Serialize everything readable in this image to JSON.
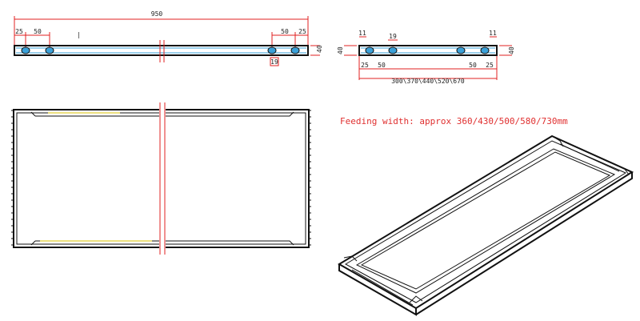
{
  "dims": {
    "total_length": "950",
    "left_edge": "25",
    "left_pitch": "50",
    "right_pitch": "50",
    "right_edge": "25",
    "hole_dia": "19",
    "height_right": "40",
    "section_top_left": "11",
    "section_top_mid": "19",
    "section_top_right": "11",
    "section_left_h": "40",
    "section_right_h": "40",
    "section_bot_left": "25",
    "section_bot_pitch_left": "50",
    "section_bot_pitch_right": "50",
    "section_bot_right": "25",
    "widths": "300\\370\\440\\520\\670"
  },
  "note": "Feeding width: approx 360/430/500/580/730mm",
  "colors": {
    "dimension_lines": "#e02020",
    "outline": "#111111",
    "inner_line": "#3aa0d8"
  }
}
